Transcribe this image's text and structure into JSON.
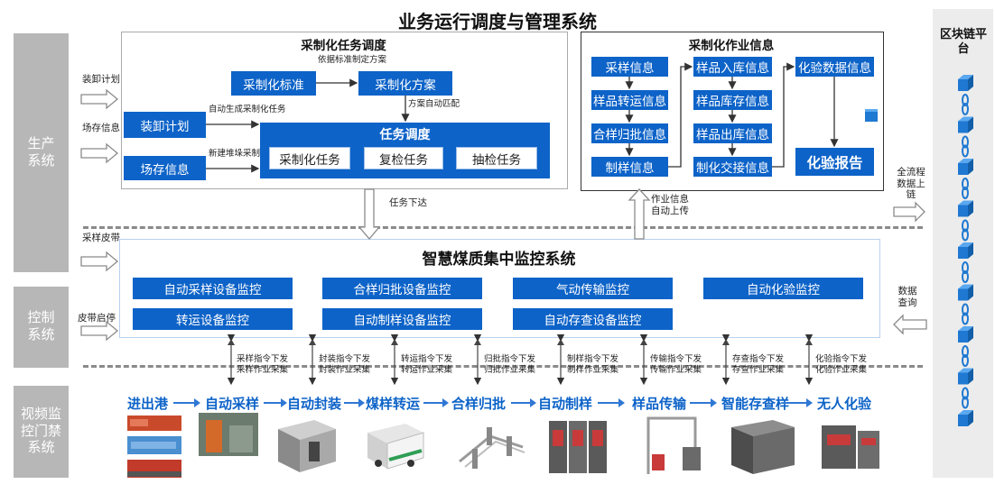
{
  "title": "业务运行调度与管理系统",
  "left_systems": [
    "生产系统",
    "控制系统",
    "视频监控门禁系统"
  ],
  "blockchain": {
    "title": "区块链平台"
  },
  "scheduling": {
    "title": "采制化任务调度",
    "standard": "采制化标准",
    "plan_label": "采制化方案",
    "note_standard": "依据标准制定方案",
    "note_plan": "方案自动匹配",
    "load_plan": "装卸计划",
    "yard_info": "场存信息",
    "note_auto": "自动生成采制化任务",
    "note_new": "新建堆垛采制化任务",
    "dispatch_title": "任务调度",
    "tasks": [
      "采制化任务",
      "复检任务",
      "抽检任务"
    ]
  },
  "operation": {
    "title": "采制化作业信息",
    "col1": [
      "采样信息",
      "样品转运信息",
      "合样归批信息",
      "制样信息"
    ],
    "col2": [
      "样品入库信息",
      "样品库存信息",
      "样品出库信息",
      "制化交接信息"
    ],
    "assay_data": "化验数据信息",
    "report": "化验报告"
  },
  "inputs": {
    "load": "装卸计划",
    "yard": "场存信息",
    "belt": "采样皮带",
    "belt_start": "皮带启停"
  },
  "annotations": {
    "task_down": "任务下达",
    "op_up": "作业信息自动上传",
    "chain_up": "全流程数据上链",
    "data_query": "数据查询"
  },
  "monitor": {
    "title": "智慧煤质集中监控系统",
    "items": [
      "自动采样设备监控",
      "合样归批设备监控",
      "气动传输监控",
      "自动化验监控",
      "转运设备监控",
      "自动制样设备监控",
      "自动存查设备监控"
    ]
  },
  "commands": [
    {
      "cmd": "采样指令下发",
      "ack": "采样作业采集"
    },
    {
      "cmd": "封装指令下发",
      "ack": "封装作业采集"
    },
    {
      "cmd": "转运指令下发",
      "ack": "转运作业采集"
    },
    {
      "cmd": "归批指令下发",
      "ack": "归批作业采集"
    },
    {
      "cmd": "制样指令下发",
      "ack": "制样作业采集"
    },
    {
      "cmd": "传输指令下发",
      "ack": "传输作业采集"
    },
    {
      "cmd": "存查指令下发",
      "ack": "存查作业采集"
    },
    {
      "cmd": "化验指令下发",
      "ack": "化验作业采集"
    }
  ],
  "flow": [
    "进出港",
    "自动采样",
    "自动封装",
    "煤样转运",
    "合样归批",
    "自动制样",
    "样品传输",
    "智能存查样",
    "无人化验"
  ],
  "colors": {
    "blue": "#0d63c8",
    "gray_bar": "#b7b7b7",
    "cube": "#1f78d1"
  }
}
